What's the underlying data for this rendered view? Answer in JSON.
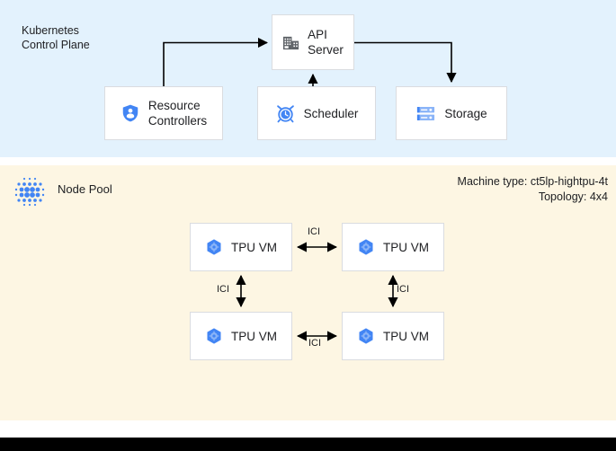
{
  "control_plane": {
    "title": "Kubernetes\nControl Plane",
    "background": "#e3f2fd",
    "nodes": [
      {
        "id": "api-server",
        "label": "API\nServer",
        "icon": "building-icon"
      },
      {
        "id": "resource-controllers",
        "label": "Resource\nControllers",
        "icon": "shield-person-icon"
      },
      {
        "id": "scheduler",
        "label": "Scheduler",
        "icon": "alarm-clock-icon"
      },
      {
        "id": "storage",
        "label": "Storage",
        "icon": "server-rack-icon"
      }
    ],
    "connections": [
      {
        "from": "resource-controllers",
        "to": "api-server",
        "direction": "one-way"
      },
      {
        "from": "scheduler",
        "to": "api-server",
        "direction": "one-way"
      },
      {
        "from": "api-server",
        "to": "storage",
        "direction": "one-way"
      }
    ]
  },
  "node_pool": {
    "title": "Node Pool",
    "icon": "tpu-dot-grid-icon",
    "background": "#fdf6e3",
    "machine_type_line": "Machine type: ct5lp-hightpu-4t",
    "topology_line": "Topology: 4x4",
    "vms": [
      {
        "id": "tpu-vm-1",
        "label": "TPU VM",
        "icon": "tpu-hexagon-icon"
      },
      {
        "id": "tpu-vm-2",
        "label": "TPU VM",
        "icon": "tpu-hexagon-icon"
      },
      {
        "id": "tpu-vm-3",
        "label": "TPU VM",
        "icon": "tpu-hexagon-icon"
      },
      {
        "id": "tpu-vm-4",
        "label": "TPU VM",
        "icon": "tpu-hexagon-icon"
      }
    ],
    "interconnects": [
      {
        "id": "ici-top",
        "label": "ICI",
        "between": [
          "tpu-vm-1",
          "tpu-vm-2"
        ],
        "direction": "two-way"
      },
      {
        "id": "ici-left",
        "label": "ICI",
        "between": [
          "tpu-vm-1",
          "tpu-vm-3"
        ],
        "direction": "two-way"
      },
      {
        "id": "ici-right",
        "label": "ICI",
        "between": [
          "tpu-vm-2",
          "tpu-vm-4"
        ],
        "direction": "two-way"
      },
      {
        "id": "ici-bottom",
        "label": "ICI",
        "between": [
          "tpu-vm-3",
          "tpu-vm-4"
        ],
        "direction": "two-way"
      }
    ]
  },
  "colors": {
    "control_plane_bg": "#e3f2fd",
    "node_pool_bg": "#fdf6e3",
    "accent_blue": "#4285f4",
    "box_border": "#dadce0",
    "text": "#202124",
    "footer": "#000000"
  }
}
